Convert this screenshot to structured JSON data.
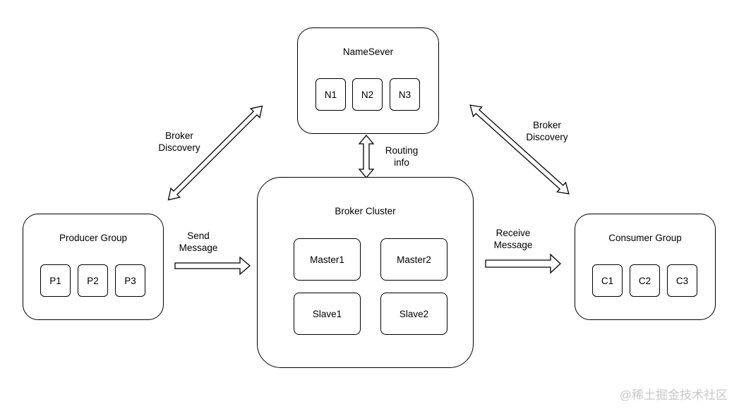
{
  "nameserver": {
    "title": "NameSever",
    "nodes": [
      "N1",
      "N2",
      "N3"
    ]
  },
  "producer": {
    "title": "Producer Group",
    "nodes": [
      "P1",
      "P2",
      "P3"
    ]
  },
  "broker": {
    "title": "Broker Cluster",
    "master1": "Master1",
    "master2": "Master2",
    "slave1": "Slave1",
    "slave2": "Slave2"
  },
  "consumer": {
    "title": "Consumer Group",
    "nodes": [
      "C1",
      "C2",
      "C3"
    ]
  },
  "edges": {
    "broker_discovery_left": [
      "Broker",
      "Discovery"
    ],
    "broker_discovery_right": [
      "Broker",
      "Discovery"
    ],
    "routing_info": [
      "Routing",
      "info"
    ],
    "send_message": [
      "Send",
      "Message"
    ],
    "receive_message": [
      "Receive",
      "Message"
    ]
  },
  "watermark": "@稀土掘金技术社区"
}
